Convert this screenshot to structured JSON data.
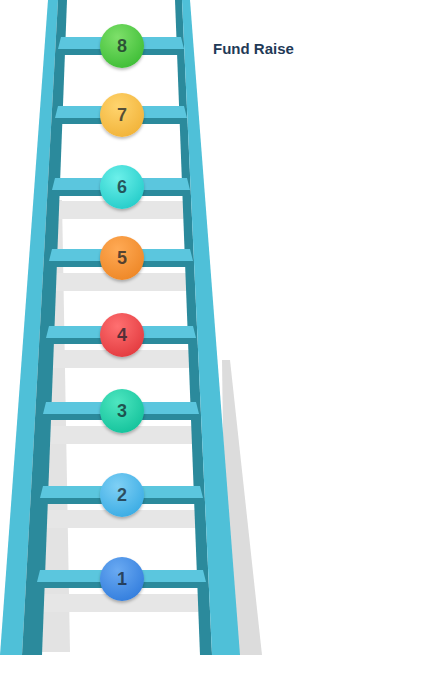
{
  "diagram": {
    "nodes": [
      {
        "text": [
          "8"
        ]
      },
      {
        "text": [
          "7"
        ]
      },
      {
        "text": [
          "6"
        ]
      },
      {
        "text": [
          "5"
        ]
      },
      {
        "text": [
          "4"
        ]
      },
      {
        "text": [
          "3"
        ]
      },
      {
        "text": [
          "2"
        ]
      },
      {
        "text": [
          "1"
        ]
      }
    ],
    "labels": [
      "Fund Raise"
    ]
  }
}
